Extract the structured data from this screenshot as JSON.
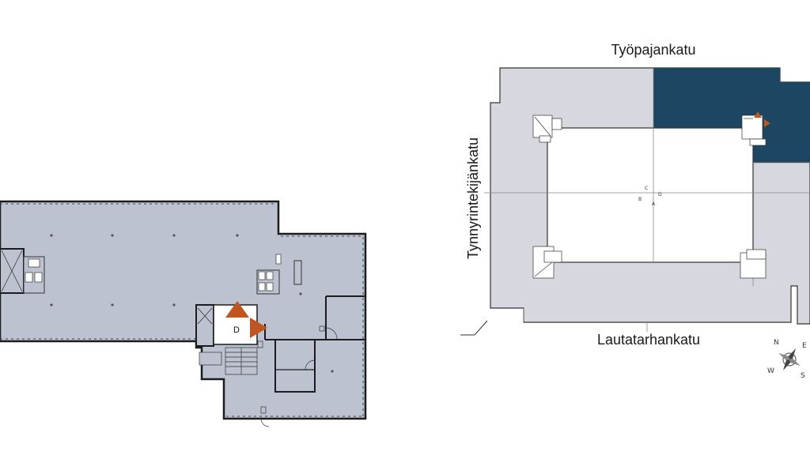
{
  "detail_plan": {
    "stair_label": "D",
    "colors": {
      "floor": "#bcc2cf",
      "wall": "#1c1c1c",
      "arrow": "#c0551f"
    }
  },
  "site_plan": {
    "streets": {
      "north": "Työpajankatu",
      "west": "Tynnyrintekijänkatu",
      "south": "Lautatarhankatu"
    },
    "section_labels": {
      "a": "A",
      "b": "B",
      "c": "C",
      "d": "D"
    },
    "colors": {
      "building": "#d7d8df",
      "highlight": "#1d4663",
      "courtyard": "#ffffff",
      "arrow": "#c0551f"
    }
  },
  "compass": {
    "n": "N",
    "e": "E",
    "s": "S",
    "w": "W"
  }
}
